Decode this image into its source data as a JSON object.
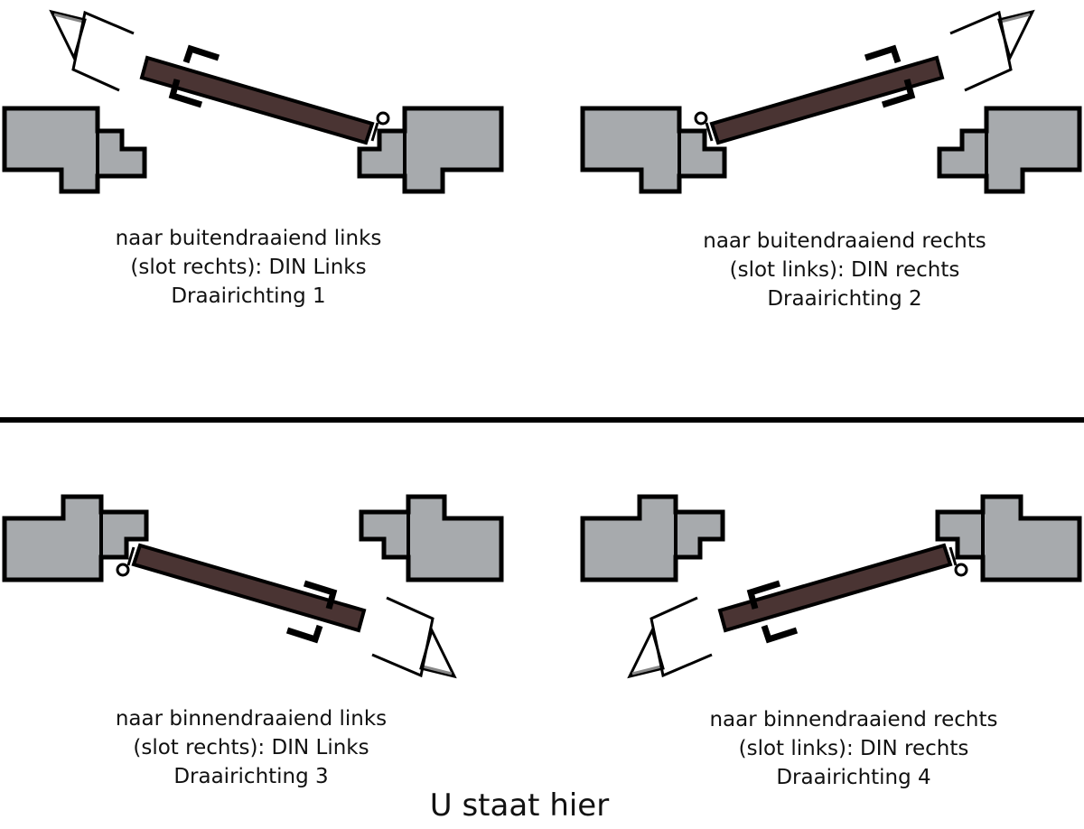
{
  "quadrants": [
    {
      "line1": "naar buitendraaiend links",
      "line2": "(slot rechts): DIN Links",
      "line3": "Draairichting 1"
    },
    {
      "line1": "naar buitendraaiend rechts",
      "line2": "(slot links): DIN rechts",
      "line3": "Draairichting 2"
    },
    {
      "line1": "naar binnendraaiend links",
      "line2": "(slot rechts): DIN Links",
      "line3": "Draairichting 3"
    },
    {
      "line1": "naar binnendraaiend rechts",
      "line2": "(slot links): DIN rechts",
      "line3": "Draairichting 4"
    }
  ],
  "you_are_here": "U staat hier",
  "colors": {
    "frame": "#a7aaad",
    "door": "#4a3433",
    "outline": "#000000"
  }
}
